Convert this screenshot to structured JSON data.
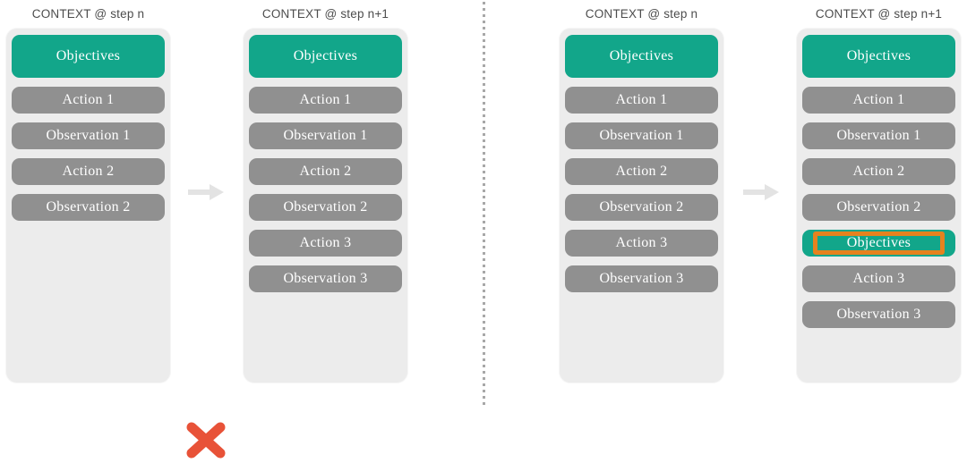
{
  "colors": {
    "green": "#12A68A",
    "gray": "#909090",
    "panel": "#ECECEC",
    "orange": "#E6821E",
    "red": "#E85238",
    "arrow": "#E3E3E3",
    "divider": "#A8A8A8",
    "header_text": "#4D4D4D"
  },
  "icons": {
    "arrow-right-icon": "block-arrow-right",
    "cross-icon": "x-mark"
  },
  "panels": [
    {
      "header": "CONTEXT @ step n",
      "items": [
        {
          "label": "Objectives",
          "kind": "objectives-header"
        },
        {
          "label": "Action 1",
          "kind": "step"
        },
        {
          "label": "Observation 1",
          "kind": "step"
        },
        {
          "label": "Action 2",
          "kind": "step"
        },
        {
          "label": "Observation 2",
          "kind": "step"
        }
      ]
    },
    {
      "header": "CONTEXT @ step n+1",
      "items": [
        {
          "label": "Objectives",
          "kind": "objectives-header"
        },
        {
          "label": "Action 1",
          "kind": "step"
        },
        {
          "label": "Observation 1",
          "kind": "step"
        },
        {
          "label": "Action 2",
          "kind": "step"
        },
        {
          "label": "Observation 2",
          "kind": "step"
        },
        {
          "label": "Action 3",
          "kind": "step"
        },
        {
          "label": "Observation 3",
          "kind": "step"
        }
      ]
    },
    {
      "header": "CONTEXT @ step n",
      "items": [
        {
          "label": "Objectives",
          "kind": "objectives-header"
        },
        {
          "label": "Action 1",
          "kind": "step"
        },
        {
          "label": "Observation 1",
          "kind": "step"
        },
        {
          "label": "Action 2",
          "kind": "step"
        },
        {
          "label": "Observation 2",
          "kind": "step"
        },
        {
          "label": "Action 3",
          "kind": "step"
        },
        {
          "label": "Observation 3",
          "kind": "step"
        }
      ]
    },
    {
      "header": "CONTEXT @ step n+1",
      "items": [
        {
          "label": "Objectives",
          "kind": "objectives-header"
        },
        {
          "label": "Action 1",
          "kind": "step"
        },
        {
          "label": "Observation 1",
          "kind": "step"
        },
        {
          "label": "Action 2",
          "kind": "step"
        },
        {
          "label": "Observation 2",
          "kind": "step"
        },
        {
          "label": "Objectives",
          "kind": "objectives-inserted"
        },
        {
          "label": "Action 3",
          "kind": "step"
        },
        {
          "label": "Observation 3",
          "kind": "step"
        }
      ]
    }
  ]
}
